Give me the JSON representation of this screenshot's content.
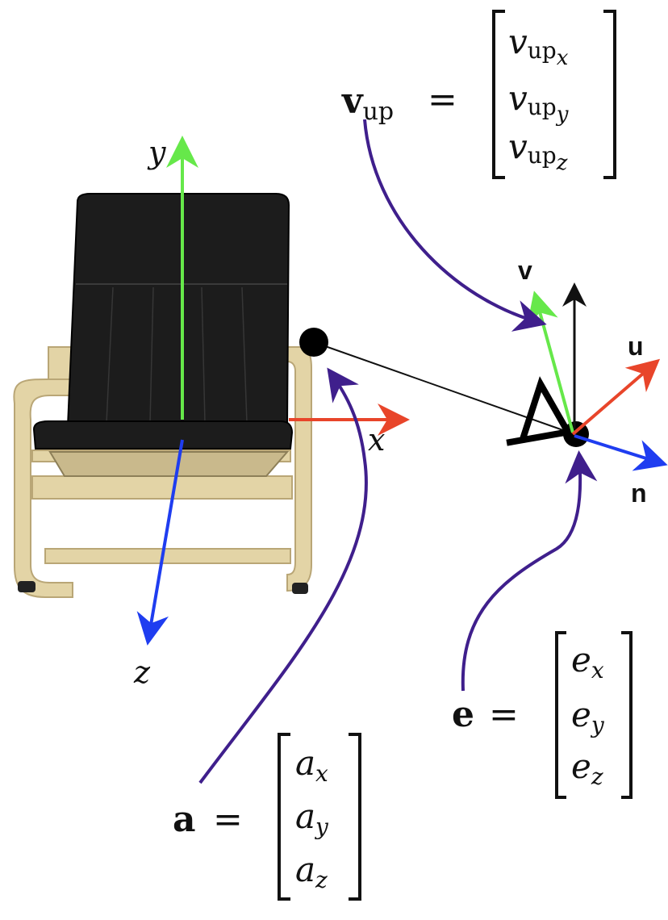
{
  "colors": {
    "green_axis": "#66e84a",
    "red_axis": "#e8452a",
    "blue_axis": "#1f3df0",
    "purple_curve": "#3f1f8c",
    "chair_black": "#1c1c1c",
    "chair_wood": "#e3d4a6"
  },
  "world_axes": {
    "x": "x",
    "y": "y",
    "z": "z"
  },
  "camera_axes": {
    "u": "u",
    "v": "v",
    "n": "n"
  },
  "vup": {
    "symbol": "v",
    "sub": "up",
    "eq": "=",
    "entries": [
      {
        "base": "v",
        "sub": "up",
        "subsub": "x"
      },
      {
        "base": "v",
        "sub": "up",
        "subsub": "y"
      },
      {
        "base": "v",
        "sub": "up",
        "subsub": "z"
      }
    ]
  },
  "eye": {
    "symbol": "e",
    "eq": "=",
    "entries": [
      {
        "base": "e",
        "sub": "x"
      },
      {
        "base": "e",
        "sub": "y"
      },
      {
        "base": "e",
        "sub": "z"
      }
    ]
  },
  "at": {
    "symbol": "a",
    "eq": "=",
    "entries": [
      {
        "base": "a",
        "sub": "x"
      },
      {
        "base": "a",
        "sub": "y"
      },
      {
        "base": "a",
        "sub": "z"
      }
    ]
  }
}
